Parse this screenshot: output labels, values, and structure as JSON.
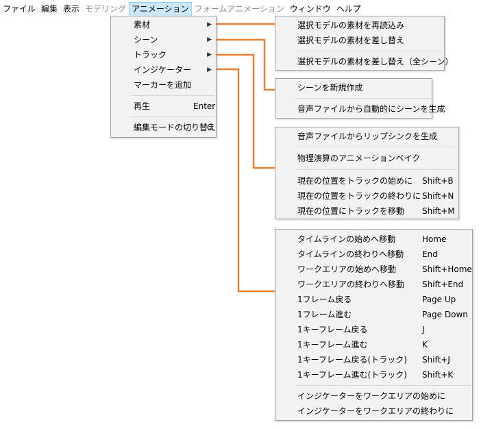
{
  "menubar": {
    "items": [
      {
        "label": "ファイル",
        "state": "normal"
      },
      {
        "label": "編集",
        "state": "normal"
      },
      {
        "label": "表示",
        "state": "normal"
      },
      {
        "label": "モデリング",
        "state": "disabled"
      },
      {
        "label": "アニメーション",
        "state": "active"
      },
      {
        "label": "フォームアニメーション",
        "state": "disabled"
      },
      {
        "label": "ウィンドウ",
        "state": "normal"
      },
      {
        "label": "ヘルプ",
        "state": "normal"
      }
    ]
  },
  "animation_menu": {
    "items": [
      {
        "label": "素材",
        "submenu": true
      },
      {
        "label": "シーン",
        "submenu": true
      },
      {
        "label": "トラック",
        "submenu": true
      },
      {
        "label": "インジケーター",
        "submenu": true
      },
      {
        "label": "マーカーを追加"
      },
      {
        "label": "再生",
        "shortcut": "Enter"
      },
      {
        "label": "編集モードの切り替え",
        "shortcut": "C"
      }
    ]
  },
  "submenu_material": {
    "items": [
      {
        "label": "選択モデルの素材を再読込み"
      },
      {
        "label": "選択モデルの素材を差し替え"
      },
      {
        "label": "選択モデルの素材を差し替え（全シーン）"
      }
    ]
  },
  "submenu_scene": {
    "items": [
      {
        "label": "シーンを新規作成"
      },
      {
        "label": "音声ファイルから自動的にシーンを生成"
      }
    ]
  },
  "submenu_track": {
    "items": [
      {
        "label": "音声ファイルからリップシンクを生成"
      },
      {
        "label": "物理演算のアニメーションベイク"
      },
      {
        "label": "現在の位置をトラックの始めに",
        "shortcut": "Shift+B"
      },
      {
        "label": "現在の位置をトラックの終わりに",
        "shortcut": "Shift+N"
      },
      {
        "label": "現在の位置にトラックを移動",
        "shortcut": "Shift+M"
      }
    ]
  },
  "submenu_indicator": {
    "items": [
      {
        "label": "タイムラインの始めへ移動",
        "shortcut": "Home"
      },
      {
        "label": "タイムラインの終わりへ移動",
        "shortcut": "End"
      },
      {
        "label": "ワークエリアの始めへ移動",
        "shortcut": "Shift+Home"
      },
      {
        "label": "ワークエリアの終わりへ移動",
        "shortcut": "Shift+End"
      },
      {
        "label": "1フレーム戻る",
        "shortcut": "Page Up"
      },
      {
        "label": "1フレーム進む",
        "shortcut": "Page Down"
      },
      {
        "label": "1キーフレーム戻る",
        "shortcut": "J"
      },
      {
        "label": "1キーフレーム進む",
        "shortcut": "K"
      },
      {
        "label": "1キーフレーム戻る(トラック)",
        "shortcut": "Shift+J"
      },
      {
        "label": "1キーフレーム進む(トラック)",
        "shortcut": "Shift+K"
      },
      {
        "label": "インジケーターをワークエリアの始めに"
      },
      {
        "label": "インジケーターをワークエリアの終わりに"
      }
    ]
  },
  "colors": {
    "connector": "#ed7d31",
    "menu_bg": "#f2f2f2",
    "menu_border": "#a0a0a0",
    "active_highlight": "#cce8ff",
    "disabled_text": "#8d8d8d"
  }
}
